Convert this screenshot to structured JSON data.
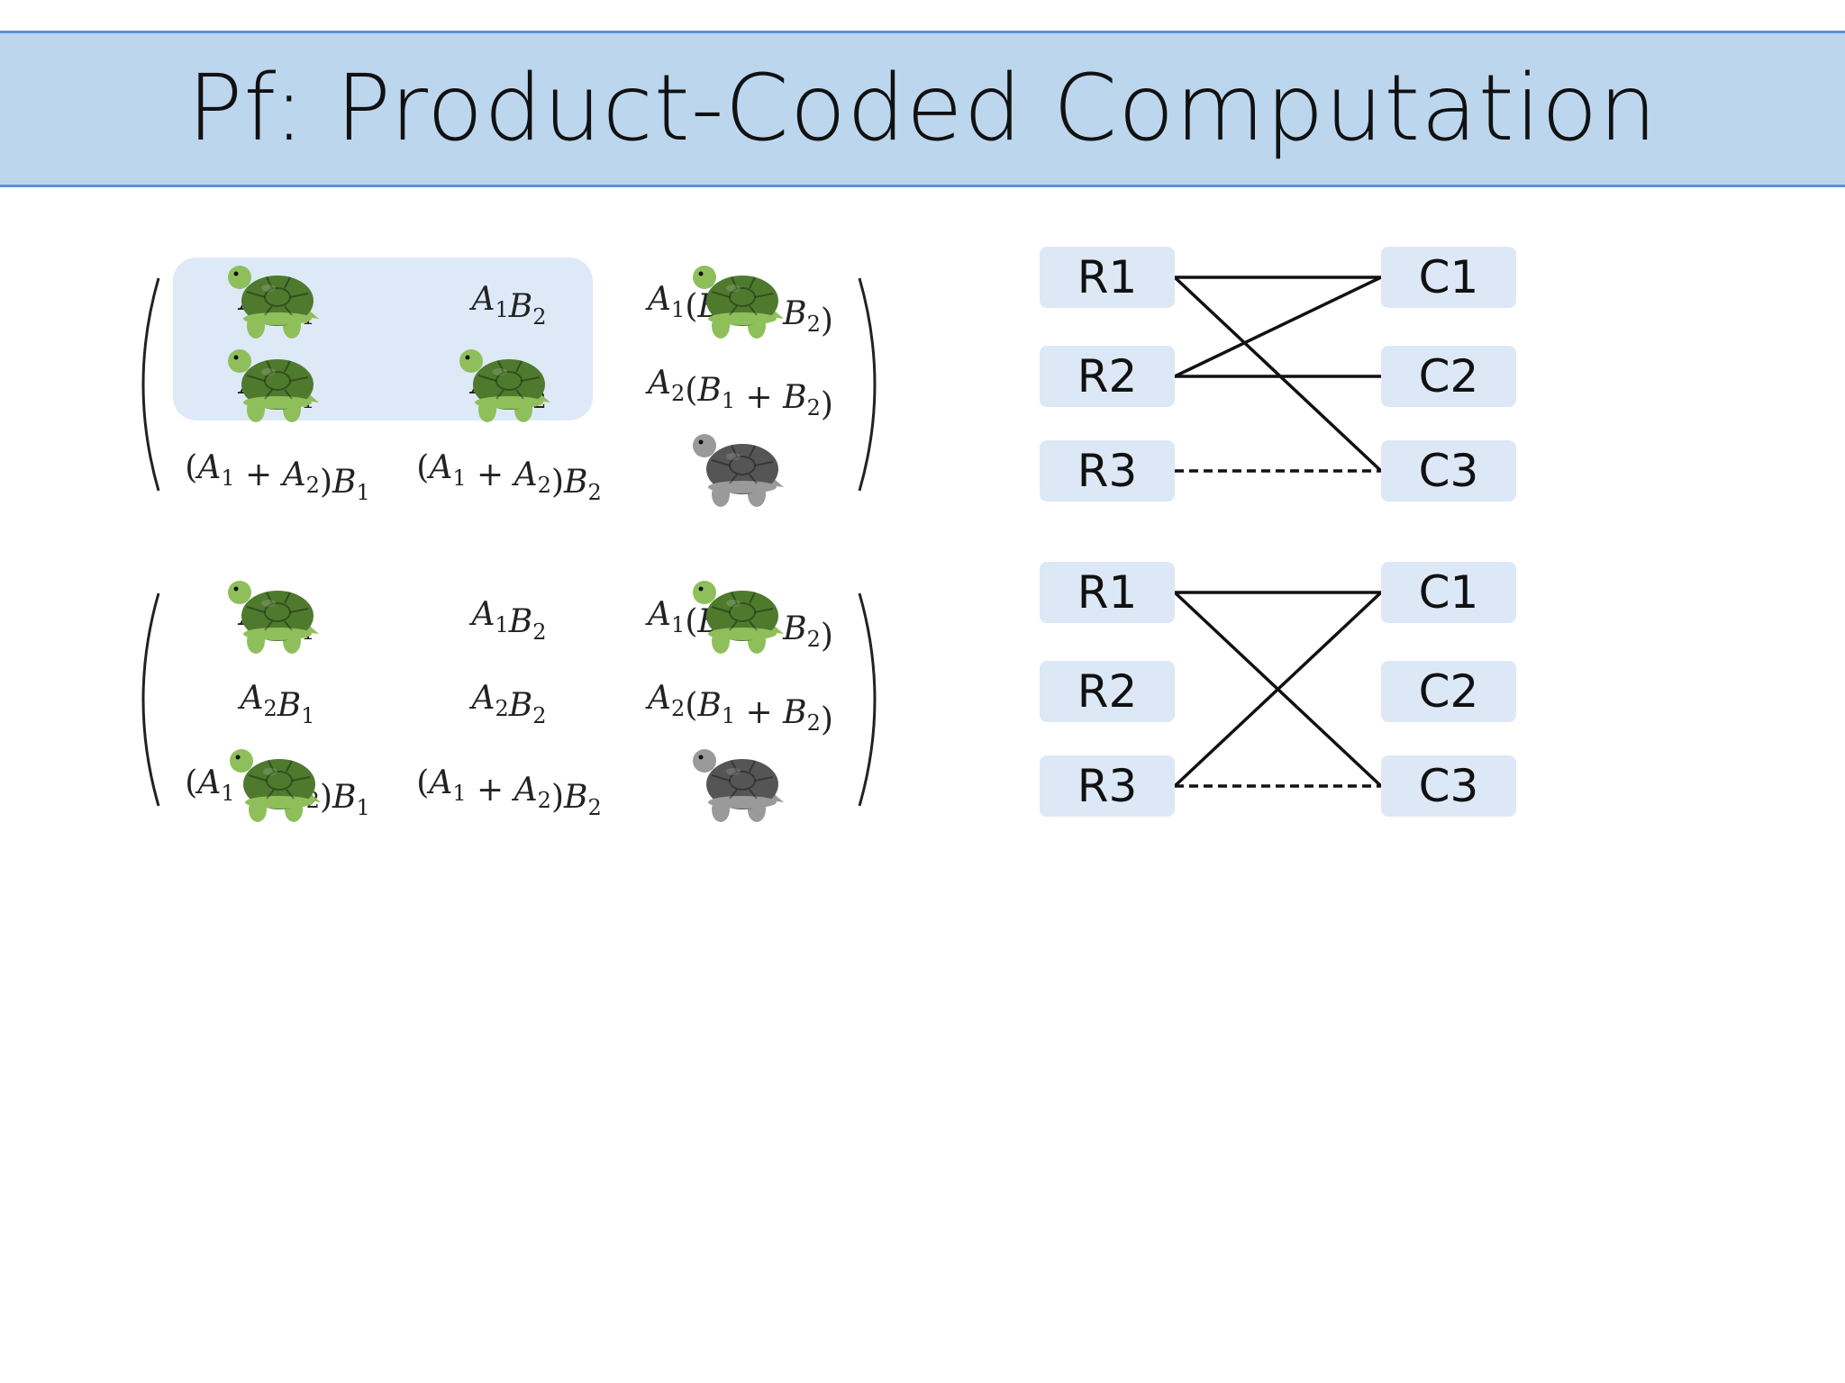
{
  "title": "Pf: Product-Coded Computation",
  "matrices": [
    {
      "highlight_block": true,
      "rows": [
        [
          {
            "parts": [
              [
                "A",
                "1"
              ],
              [
                "B",
                "1"
              ]
            ],
            "turtle": "green",
            "overlay": "full"
          },
          {
            "parts": [
              [
                "A",
                "1"
              ],
              [
                "B",
                "2"
              ]
            ],
            "turtle": "none"
          },
          {
            "parts": [
              [
                "A",
                "1"
              ],
              [
                "(",
                ""
              ],
              [
                "B",
                "1"
              ],
              [
                " + ",
                ""
              ],
              [
                "B",
                "2"
              ],
              [
                ")",
                ""
              ]
            ],
            "turtle": "green",
            "overlay": "center"
          }
        ],
        [
          {
            "parts": [
              [
                "A",
                "2"
              ],
              [
                "B",
                "1"
              ]
            ],
            "turtle": "green",
            "overlay": "full"
          },
          {
            "parts": [
              [
                "A",
                "2"
              ],
              [
                "B",
                "2"
              ]
            ],
            "turtle": "green",
            "overlay": "full"
          },
          {
            "parts": [
              [
                "A",
                "2"
              ],
              [
                "(",
                ""
              ],
              [
                "B",
                "1"
              ],
              [
                " + ",
                ""
              ],
              [
                "B",
                "2"
              ],
              [
                ")",
                ""
              ]
            ],
            "turtle": "none"
          }
        ],
        [
          {
            "parts": [
              [
                "(",
                ""
              ],
              [
                "A",
                "1"
              ],
              [
                " + ",
                ""
              ],
              [
                "A",
                "2"
              ],
              [
                ")",
                ""
              ],
              [
                "B",
                "1"
              ]
            ],
            "turtle": "none"
          },
          {
            "parts": [
              [
                "(",
                ""
              ],
              [
                "A",
                "1"
              ],
              [
                " + ",
                ""
              ],
              [
                "A",
                "2"
              ],
              [
                ")",
                ""
              ],
              [
                "B",
                "2"
              ]
            ],
            "turtle": "none"
          },
          {
            "parts": [],
            "turtle": "gray"
          }
        ]
      ]
    },
    {
      "highlight_block": false,
      "rows": [
        [
          {
            "parts": [
              [
                "A",
                "1"
              ],
              [
                "B",
                "1"
              ]
            ],
            "turtle": "green",
            "overlay": "full"
          },
          {
            "parts": [
              [
                "A",
                "1"
              ],
              [
                "B",
                "2"
              ]
            ],
            "turtle": "none"
          },
          {
            "parts": [
              [
                "A",
                "1"
              ],
              [
                "(",
                ""
              ],
              [
                "B",
                "1"
              ],
              [
                " + ",
                ""
              ],
              [
                "B",
                "2"
              ],
              [
                ")",
                ""
              ]
            ],
            "turtle": "green",
            "overlay": "center"
          }
        ],
        [
          {
            "parts": [
              [
                "A",
                "2"
              ],
              [
                "B",
                "1"
              ]
            ],
            "turtle": "none"
          },
          {
            "parts": [
              [
                "A",
                "2"
              ],
              [
                "B",
                "2"
              ]
            ],
            "turtle": "none"
          },
          {
            "parts": [
              [
                "A",
                "2"
              ],
              [
                "(",
                ""
              ],
              [
                "B",
                "1"
              ],
              [
                " + ",
                ""
              ],
              [
                "B",
                "2"
              ],
              [
                ")",
                ""
              ]
            ],
            "turtle": "none"
          }
        ],
        [
          {
            "parts": [
              [
                "(",
                ""
              ],
              [
                "A",
                "1"
              ],
              [
                " + ",
                ""
              ],
              [
                "A",
                "2"
              ],
              [
                ")",
                ""
              ],
              [
                "B",
                "1"
              ]
            ],
            "turtle": "green",
            "overlay": "center"
          },
          {
            "parts": [
              [
                "(",
                ""
              ],
              [
                "A",
                "1"
              ],
              [
                " + ",
                ""
              ],
              [
                "A",
                "2"
              ],
              [
                ")",
                ""
              ],
              [
                "B",
                "2"
              ]
            ],
            "turtle": "none"
          },
          {
            "parts": [],
            "turtle": "gray"
          }
        ]
      ]
    }
  ],
  "graphs": [
    {
      "left": [
        "R1",
        "R2",
        "R3"
      ],
      "right": [
        "C1",
        "C2",
        "C3"
      ],
      "edges": [
        {
          "from": 0,
          "to": 0,
          "style": "solid"
        },
        {
          "from": 0,
          "to": 2,
          "style": "solid"
        },
        {
          "from": 1,
          "to": 0,
          "style": "solid"
        },
        {
          "from": 1,
          "to": 1,
          "style": "solid"
        },
        {
          "from": 2,
          "to": 2,
          "style": "dashed"
        }
      ]
    },
    {
      "left": [
        "R1",
        "R2",
        "R3"
      ],
      "right": [
        "C1",
        "C2",
        "C3"
      ],
      "edges": [
        {
          "from": 0,
          "to": 0,
          "style": "solid"
        },
        {
          "from": 0,
          "to": 2,
          "style": "solid"
        },
        {
          "from": 2,
          "to": 0,
          "style": "solid"
        },
        {
          "from": 2,
          "to": 2,
          "style": "dashed"
        }
      ]
    }
  ],
  "colors": {
    "title_bg": "#bcd6ee",
    "title_border": "#5b92d6",
    "highlight": "#dde9f7",
    "node_bg": "#dde8f6",
    "turtle_green_shell": "#4f7a2e",
    "turtle_green_skin": "#8fbf5a",
    "turtle_gray_shell": "#555555",
    "turtle_gray_skin": "#9a9a9a"
  }
}
